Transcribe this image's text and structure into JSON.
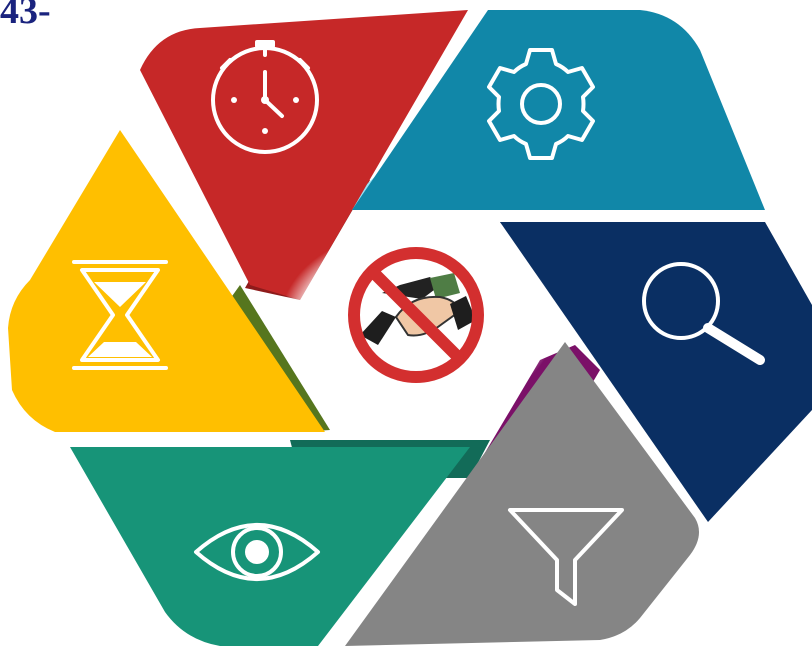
{
  "page": {
    "label": "43-"
  },
  "segments": [
    {
      "id": "timer",
      "color": "#c62828",
      "icon": "stopwatch-icon"
    },
    {
      "id": "settings",
      "color": "#1187a8",
      "icon": "gear-icon"
    },
    {
      "id": "search",
      "color": "#0a2f63",
      "icon": "magnifier-icon"
    },
    {
      "id": "filter",
      "color": "#858585",
      "icon": "funnel-icon"
    },
    {
      "id": "view",
      "color": "#179478",
      "icon": "eye-icon"
    },
    {
      "id": "time",
      "color": "#ffbf00",
      "icon": "hourglass-icon"
    }
  ],
  "center": {
    "icon": "no-bribery-icon",
    "ring_color": "#d32f2f"
  }
}
